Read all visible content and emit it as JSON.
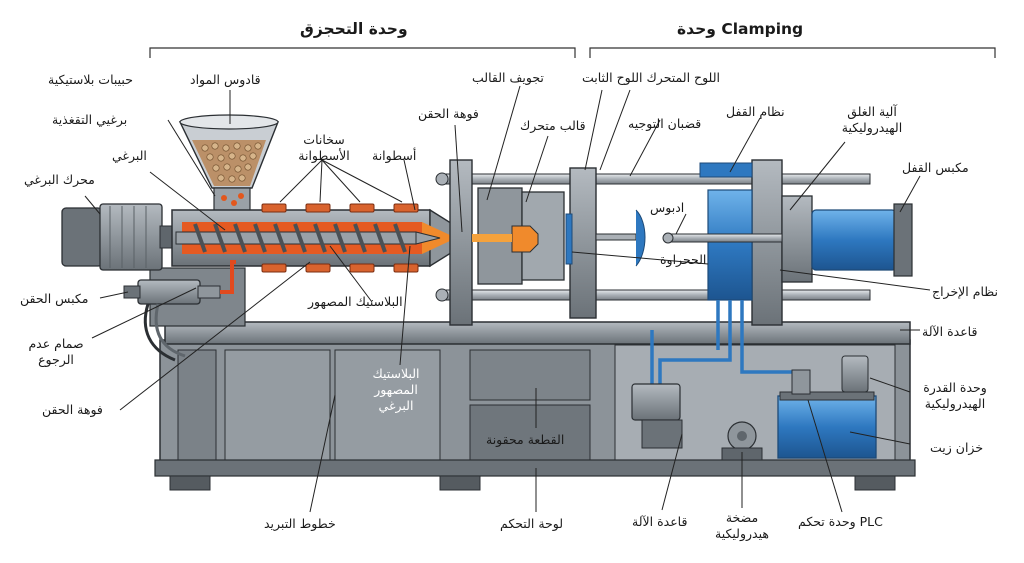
{
  "headings": {
    "injection_unit": "وحدة التحجزق",
    "clamping_unit": "وحدة Clamping"
  },
  "labels": {
    "plastic_granules": "حبيبات بلاستيكية",
    "material_hopper": "قادوس المواد",
    "feed_screws": "برغيي التقغذية",
    "screw": "البرغي",
    "screw_motor": "محرك البرغي",
    "barrel_heaters": "سخانات\nالأسطوانة",
    "barrel": "أسطوانة",
    "injection_nozzle_top": "فوهة الحقن",
    "mold_cavity": "تجويف القالب",
    "moving_mold": "قالب متحرك",
    "plates": "اللوح المتحرك اللوح الثابت",
    "guide_rods": "قضبان التوجيه",
    "locking_system": "نظام القفل",
    "hydraulic_locking_mechanism": "آلية الغلق\nالهيدروليكية",
    "lock_piston": "مكبس القفل",
    "piston": "ادبوس",
    "heat": "الححراوة",
    "ejection_system": "نظام الإخراج",
    "melted_plastic": "البلاستيك المصهور",
    "injection_piston": "مكبس الحقن",
    "non_return_valve": "صمام عدم\nالرجوع",
    "injection_nozzle_bottom": "فوهة الحقن",
    "melted_plastic_screw": "البلاستيك\nالمصهور\nالبرغي",
    "machine_base_right": "قاعدة الآلة",
    "hydraulic_power_unit": "وحدة القدرة\nالهيدروليكية",
    "oil_tank": "خزان زيت",
    "injected_part": "القطعة محقونة",
    "cooling_lines": "خطوط التبريد",
    "control_panel": "لوحة التحكم",
    "machine_base_bottom": "قاعدة الآلة",
    "hydraulic_pump": "مضخة\nهيدروليكية",
    "plc_unit": "وحدة تحكم PLC"
  },
  "colors": {
    "machine_gray": "#8f969c",
    "machine_dark": "#5f666c",
    "outline": "#2b2f33",
    "heater_orange": "#d9632e",
    "molten_orange": "#f08a2c",
    "hydraulic_blue": "#2e78c0",
    "oil_blue": "#3b8fd6"
  }
}
